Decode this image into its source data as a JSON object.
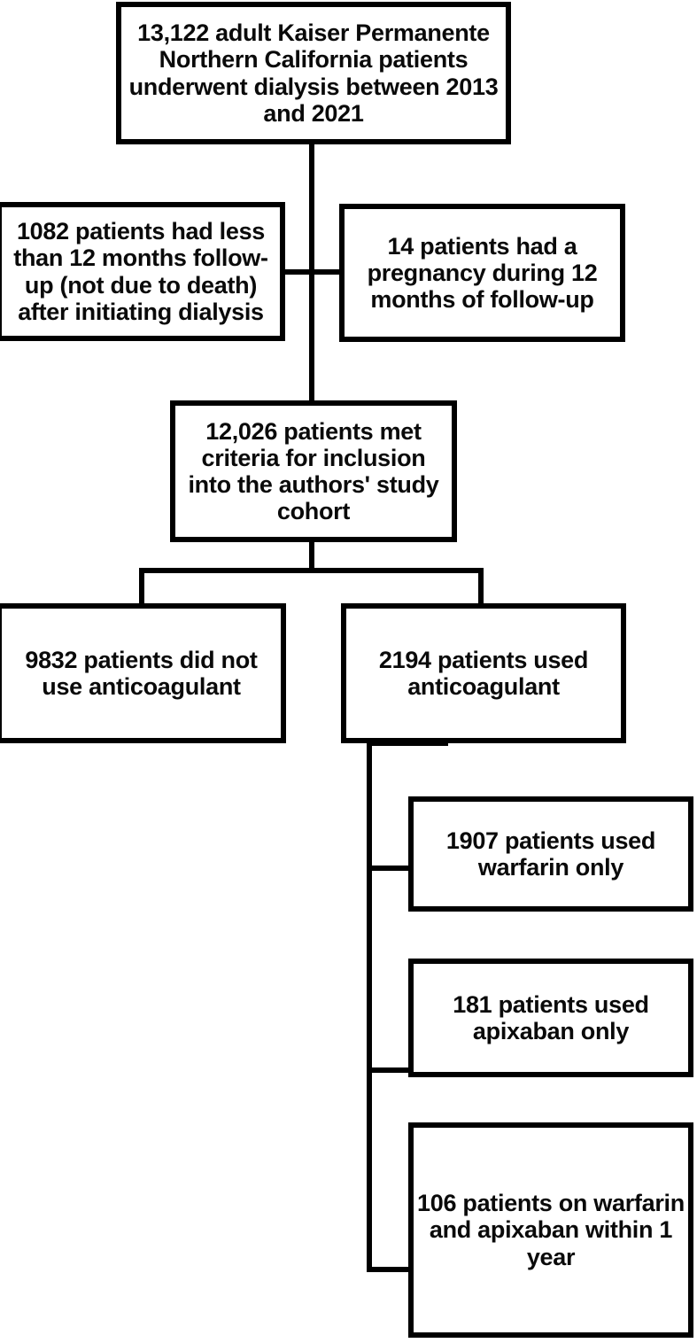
{
  "figure": {
    "type": "flowchart",
    "title": "Study cohort selection flow diagram",
    "line_color": "#000000",
    "box_fill": "#ffffff",
    "text_color": "#0a0a0a"
  },
  "nodes": {
    "source": {
      "id": "source-cohort",
      "count": "13,122",
      "text": "13,122 adult Kaiser Permanente Northern California patients underwent dialysis between 2013 and 2021"
    },
    "exclusion_followup": {
      "id": "excluded-short-followup",
      "count": "1082",
      "text": "1082 patients had less than 12 months follow-up (not due to death) after initiating dialysis"
    },
    "exclusion_pregnancy": {
      "id": "excluded-pregnancy",
      "count": "14",
      "text": "14 patients had a pregnancy during 12 months of follow-up"
    },
    "cohort": {
      "id": "included-cohort",
      "count": "12,026",
      "text": "12,026 patients met criteria for inclusion into the authors' study cohort"
    },
    "no_anticoagulant": {
      "id": "no-anticoagulant",
      "count": "9832",
      "text": "9832 patients did not use anticoagulant"
    },
    "anticoagulant": {
      "id": "used-anticoagulant",
      "count": "2194",
      "text": "2194 patients used anticoagulant"
    },
    "warfarin_only": {
      "id": "warfarin-only",
      "count": "1907",
      "text": "1907 patients used warfarin only"
    },
    "apixaban_only": {
      "id": "apixaban-only",
      "count": "181",
      "text": "181 patients used apixaban only"
    },
    "both_drugs": {
      "id": "warfarin-and-apixaban",
      "count": "106",
      "text": "106 patients on warfarin and apixaban within 1 year"
    }
  },
  "chart_data": {
    "type": "flowchart",
    "title": "Study cohort selection flow diagram",
    "nodes": [
      {
        "key": "source",
        "label": "13,122 adult Kaiser Permanente Northern California patients underwent dialysis between 2013 and 2021",
        "value": 13122,
        "level": 0
      },
      {
        "key": "exclusion_followup",
        "label": "1082 patients had less than 12 months follow-up (not due to death) after initiating dialysis",
        "value": 1082,
        "level": 1,
        "role": "exclusion"
      },
      {
        "key": "exclusion_pregnancy",
        "label": "14 patients had a pregnancy during 12 months of follow-up",
        "value": 14,
        "level": 1,
        "role": "exclusion"
      },
      {
        "key": "cohort",
        "label": "12,026 patients met criteria for inclusion into the authors' study cohort",
        "value": 12026,
        "level": 2
      },
      {
        "key": "no_anticoagulant",
        "label": "9832 patients did not use anticoagulant",
        "value": 9832,
        "level": 3
      },
      {
        "key": "anticoagulant",
        "label": "2194 patients used anticoagulant",
        "value": 2194,
        "level": 3
      },
      {
        "key": "warfarin_only",
        "label": "1907 patients used warfarin only",
        "value": 1907,
        "level": 4
      },
      {
        "key": "apixaban_only",
        "label": "181 patients used apixaban only",
        "value": 181,
        "level": 4
      },
      {
        "key": "both_drugs",
        "label": "106 patients on warfarin and apixaban within 1 year",
        "value": 106,
        "level": 4
      }
    ],
    "edges": [
      {
        "from": "source",
        "to": "cohort"
      },
      {
        "from": "source",
        "to": "exclusion_followup"
      },
      {
        "from": "source",
        "to": "exclusion_pregnancy"
      },
      {
        "from": "cohort",
        "to": "no_anticoagulant"
      },
      {
        "from": "cohort",
        "to": "anticoagulant"
      },
      {
        "from": "anticoagulant",
        "to": "warfarin_only"
      },
      {
        "from": "anticoagulant",
        "to": "apixaban_only"
      },
      {
        "from": "anticoagulant",
        "to": "both_drugs"
      }
    ]
  }
}
